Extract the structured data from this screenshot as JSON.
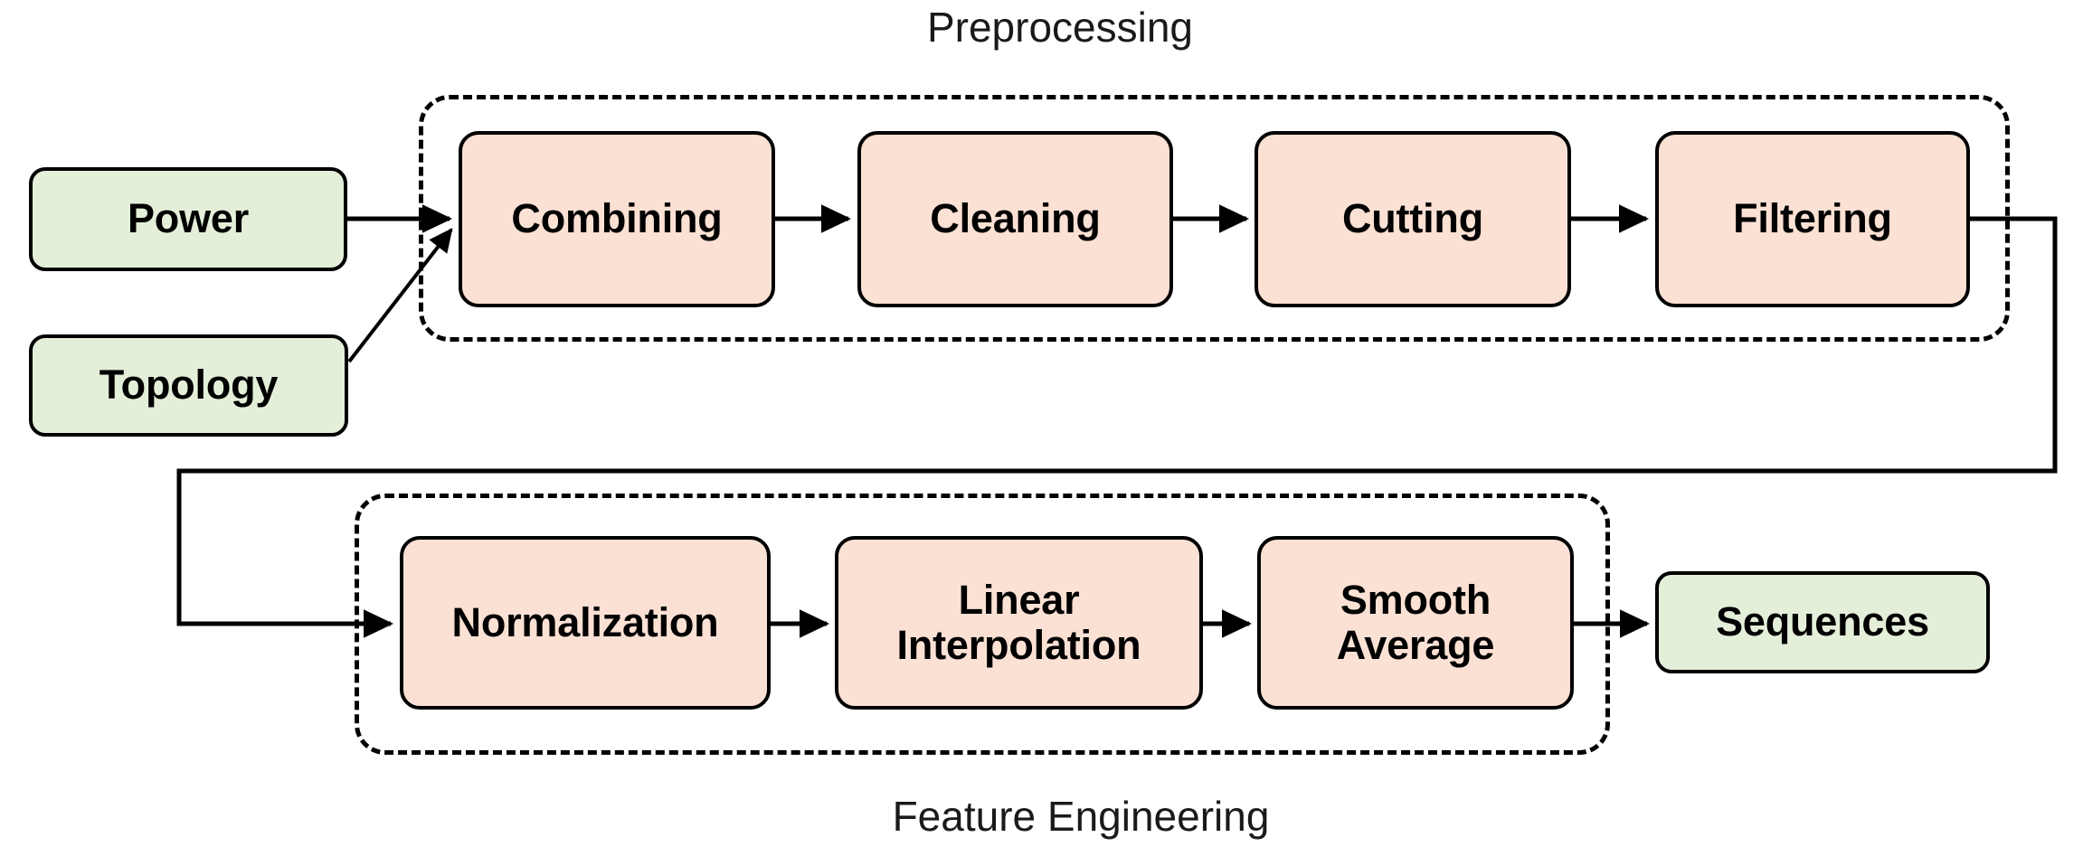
{
  "diagram": {
    "title": "Preprocessing and Feature Engineering Pipeline",
    "colors": {
      "process_fill": "#fae1d4",
      "io_fill": "#e4efda",
      "stroke": "#000000",
      "background": "#ffffff",
      "text": "#000000"
    }
  },
  "groups": {
    "preprocessing": {
      "title": "Preprocessing",
      "title_position": "top"
    },
    "feature_engineering": {
      "title": "Feature Engineering",
      "title_position": "bottom"
    }
  },
  "inputs": [
    {
      "id": "power",
      "label": "Power"
    },
    {
      "id": "topology",
      "label": "Topology"
    }
  ],
  "preprocessing_steps": [
    {
      "id": "combining",
      "label": "Combining"
    },
    {
      "id": "cleaning",
      "label": "Cleaning"
    },
    {
      "id": "cutting",
      "label": "Cutting"
    },
    {
      "id": "filtering",
      "label": "Filtering"
    }
  ],
  "feature_engineering_steps": [
    {
      "id": "normalization",
      "label": "Normalization"
    },
    {
      "id": "linear_interpolation",
      "label": "Linear\nInterpolation"
    },
    {
      "id": "smooth_average",
      "label": "Smooth\nAverage"
    }
  ],
  "outputs": [
    {
      "id": "sequences",
      "label": "Sequences"
    }
  ],
  "connections": [
    {
      "from": "power",
      "to": "combining",
      "style": "straight-arrow"
    },
    {
      "from": "topology",
      "to": "combining",
      "style": "diagonal-arrow"
    },
    {
      "from": "combining",
      "to": "cleaning",
      "style": "straight-arrow"
    },
    {
      "from": "cleaning",
      "to": "cutting",
      "style": "straight-arrow"
    },
    {
      "from": "cutting",
      "to": "filtering",
      "style": "straight-arrow"
    },
    {
      "from": "filtering",
      "to": "normalization",
      "style": "orthogonal-wrap-arrow"
    },
    {
      "from": "normalization",
      "to": "linear_interpolation",
      "style": "straight-arrow"
    },
    {
      "from": "linear_interpolation",
      "to": "smooth_average",
      "style": "straight-arrow"
    },
    {
      "from": "smooth_average",
      "to": "sequences",
      "style": "straight-arrow"
    }
  ]
}
